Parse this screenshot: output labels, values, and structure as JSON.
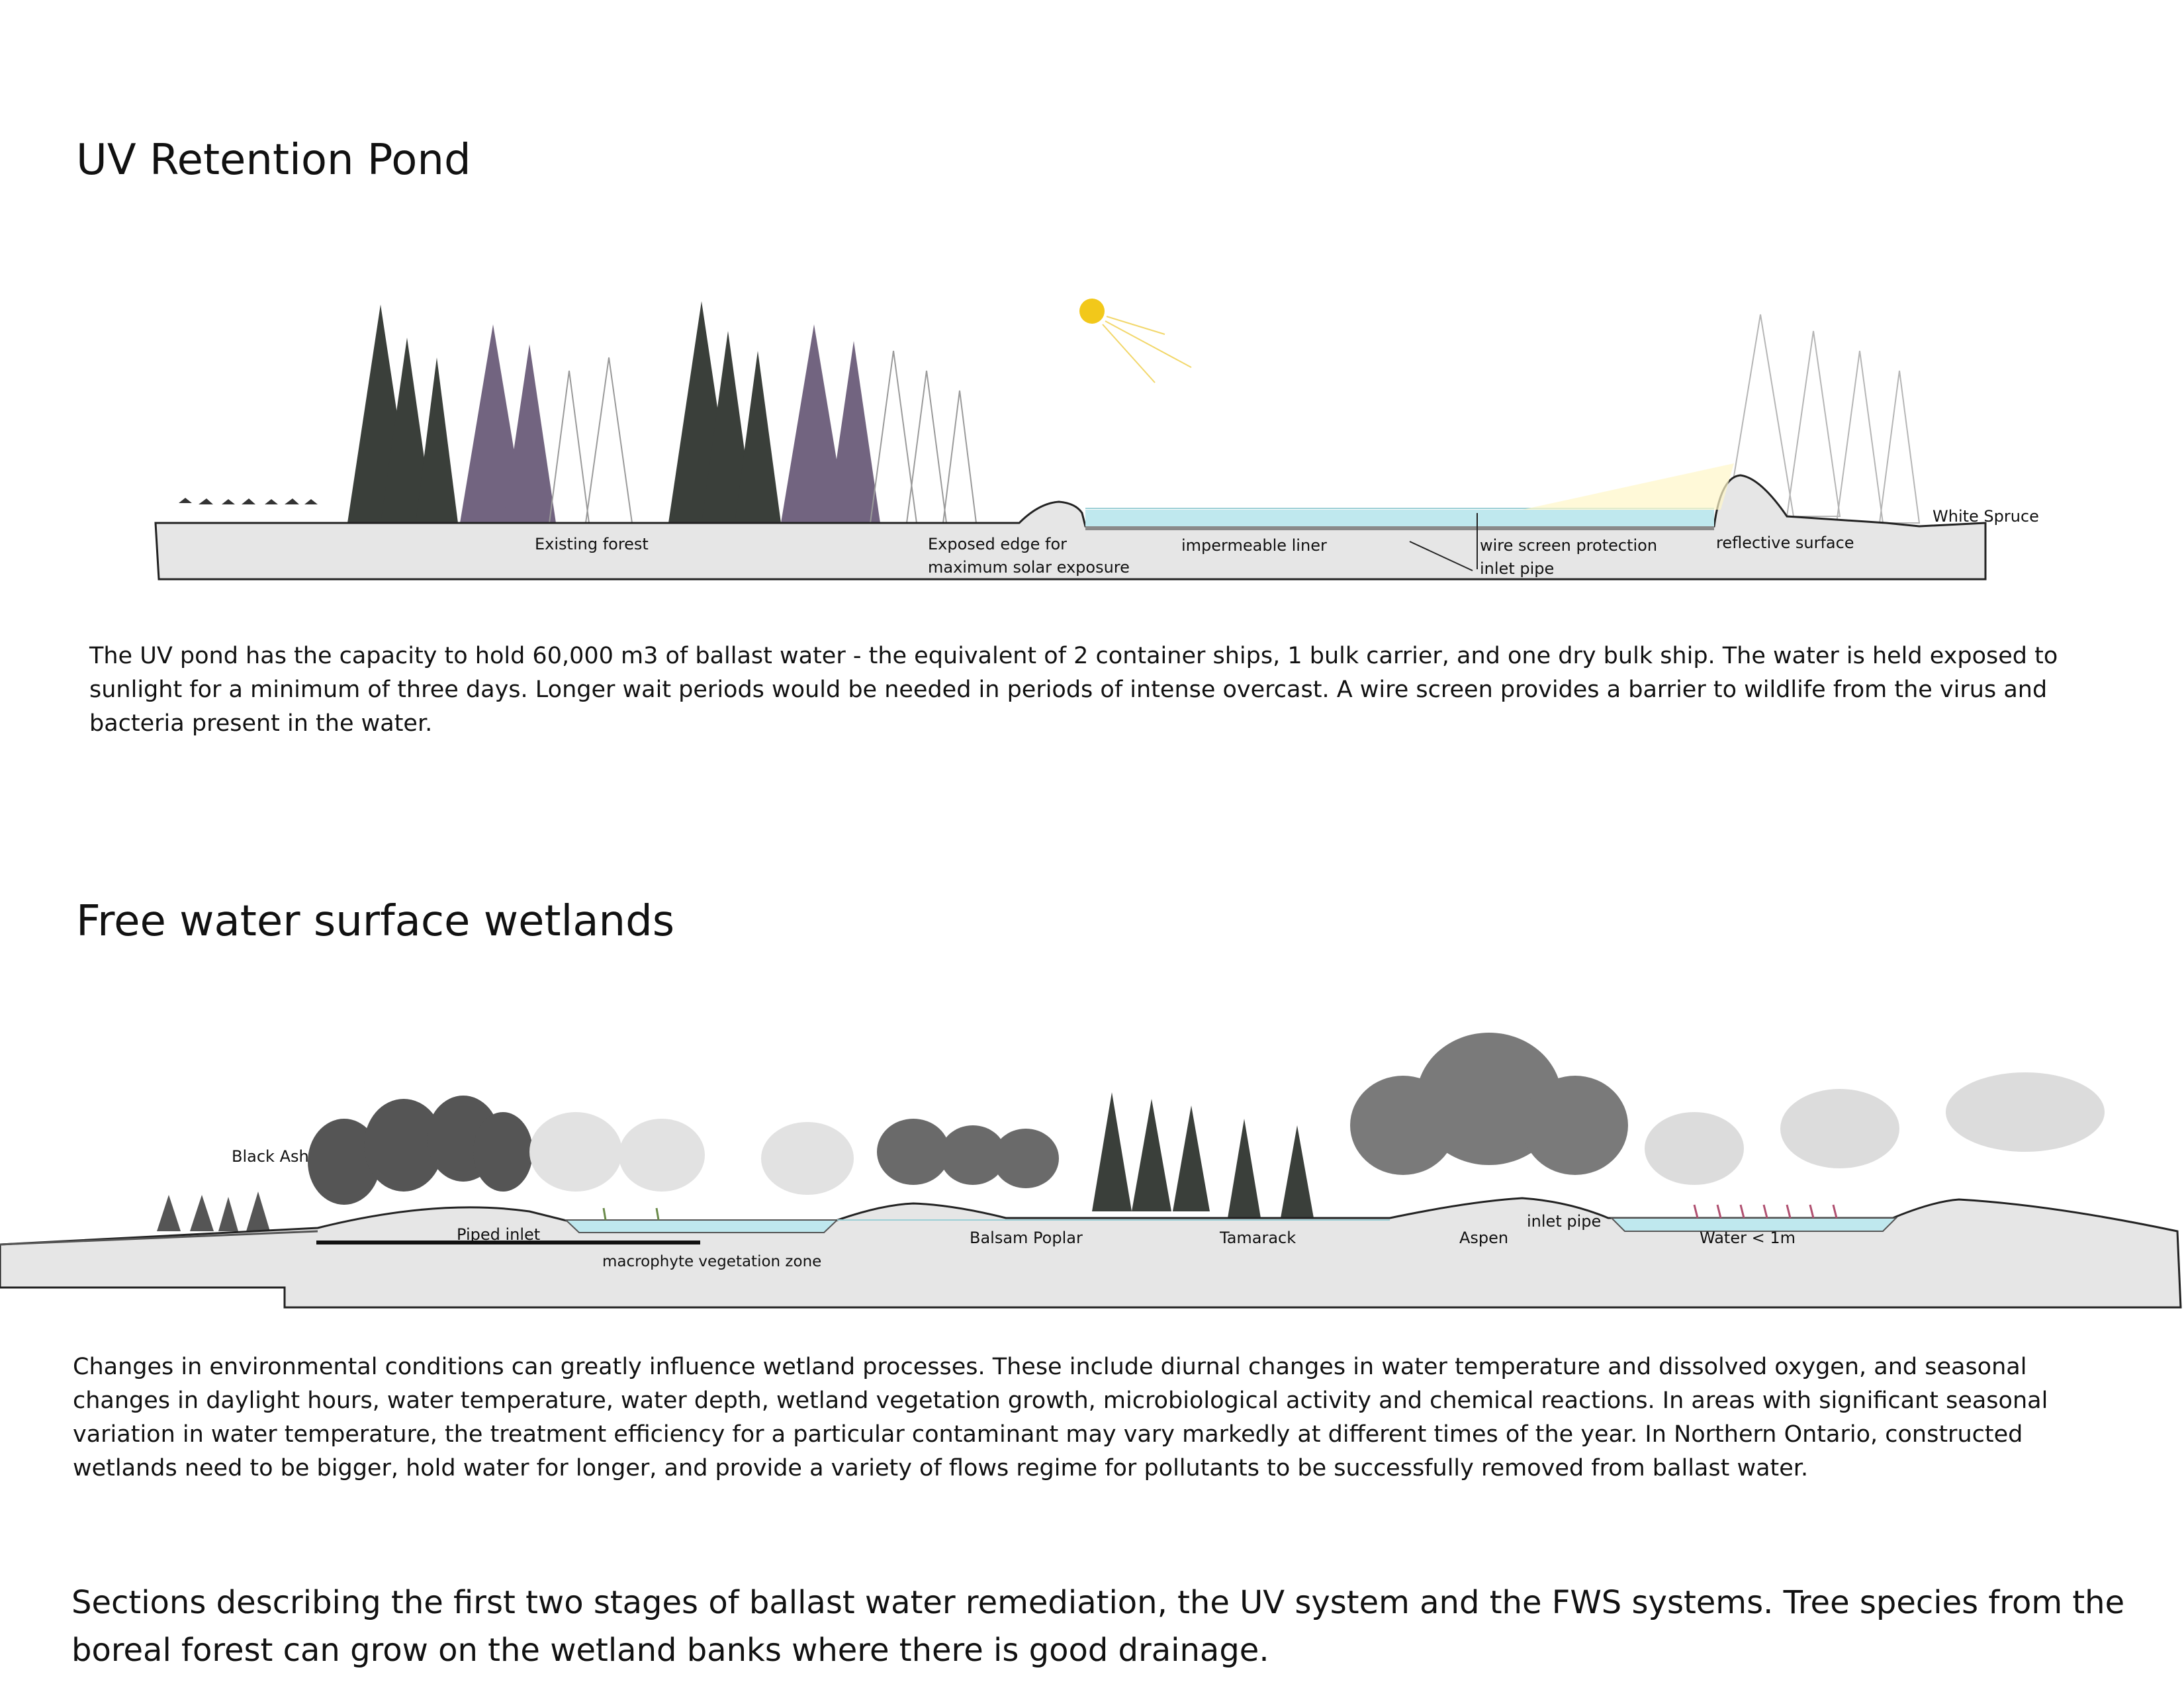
{
  "uv_section": {
    "title": "UV Retention Pond",
    "labels": {
      "existing_forest": "Existing forest",
      "exposed_edge_line1": "Exposed edge for",
      "exposed_edge_line2": "maximum solar exposure",
      "impermeable_liner": "impermeable liner",
      "wire_screen": "wire screen protection",
      "inlet_pipe": "inlet pipe",
      "reflective_surface": "reflective surface",
      "white_spruce": "White Spruce"
    },
    "description": "The UV pond has the capacity to hold 60,000 m3 of ballast water - the equivalent of 2 container ships, 1 bulk carrier, and one dry bulk ship. The water is held exposed to sunlight for a minimum of three days. Longer wait periods would be needed in periods of intense overcast. A wire screen provides a barrier to wildlife from the virus and bacteria present in the water."
  },
  "fws_section": {
    "title": "Free water surface wetlands",
    "labels": {
      "black_ash": "Black Ash",
      "piped_inlet": "Piped inlet",
      "macrophyte_zone": "macrophyte vegetation zone",
      "balsam_poplar": "Balsam Poplar",
      "tamarack": "Tamarack",
      "aspen": "Aspen",
      "inlet_pipe": "inlet pipe",
      "water_depth": "Water < 1m"
    },
    "description": "Changes in environmental conditions can greatly influence wetland processes. These include diurnal changes in water temperature and dissolved oxygen, and seasonal changes in daylight hours, water temperature, water depth, wetland vegetation growth, microbiological activity and chemical reactions. In areas with significant seasonal variation in water temperature, the treatment efficiency for a particular contaminant may vary markedly at different times of the year. In Northern Ontario, constructed wetlands need to be bigger, hold water for longer, and provide a variety of flows regime for pollutants to be successfully removed from ballast water."
  },
  "caption": "Sections describing the first two stages of ballast water remediation, the UV system and the FWS systems. Tree species from the boreal forest can grow on the wetland banks where there is good drainage.",
  "colors": {
    "ground": "#e6e6e6",
    "water": "#bfe8ee",
    "sun": "#f2c81a",
    "conifer_dark": "#3a3f3a",
    "conifer_purple": "#5a4a6a",
    "tree_light": "#c9c9c9"
  }
}
